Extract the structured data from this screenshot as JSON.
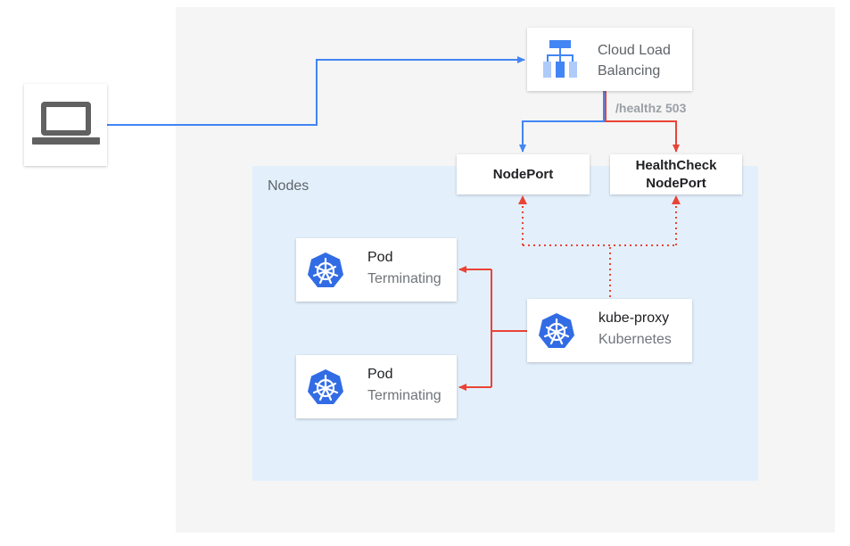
{
  "regions": {
    "nodes_label": "Nodes"
  },
  "client": {
    "icon": "laptop-icon"
  },
  "load_balancer": {
    "icon": "cloud-load-balancing-icon",
    "line1": "Cloud Load",
    "line2": "Balancing"
  },
  "nodeport": {
    "label": "NodePort"
  },
  "healthcheck_nodeport": {
    "line1": "HealthCheck",
    "line2": "NodePort"
  },
  "health_check": {
    "label": "/healthz 503"
  },
  "pods": [
    {
      "title": "Pod",
      "status": "Terminating",
      "icon": "kubernetes-icon"
    },
    {
      "title": "Pod",
      "status": "Terminating",
      "icon": "kubernetes-icon"
    }
  ],
  "kube_proxy": {
    "title": "kube-proxy",
    "subtitle": "Kubernetes",
    "icon": "kubernetes-icon"
  },
  "colors": {
    "traffic": "#4285f4",
    "health": "#ea4335",
    "kubernetes": "#326ce5",
    "lb_dark": "#4285f4",
    "lb_light": "#aecbfa"
  }
}
